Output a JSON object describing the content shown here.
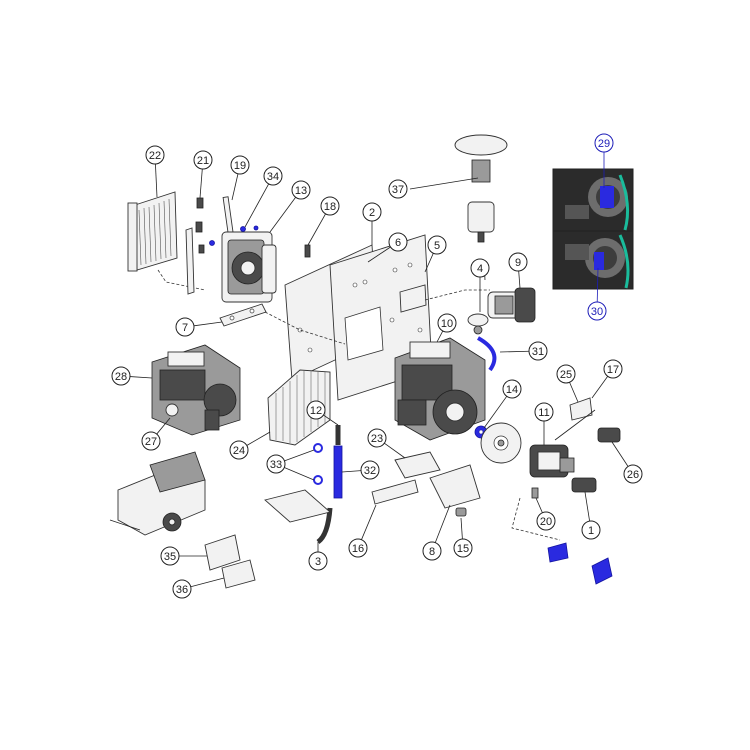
{
  "diagram": {
    "type": "exploded-parts-diagram",
    "accent_color": "#1d1db8",
    "line_color": "#222222",
    "callouts": [
      {
        "label": "1",
        "highlight": false
      },
      {
        "label": "2",
        "highlight": false
      },
      {
        "label": "3",
        "highlight": false
      },
      {
        "label": "4",
        "highlight": false
      },
      {
        "label": "5",
        "highlight": false
      },
      {
        "label": "6",
        "highlight": false
      },
      {
        "label": "7",
        "highlight": false
      },
      {
        "label": "8",
        "highlight": false
      },
      {
        "label": "9",
        "highlight": false
      },
      {
        "label": "10",
        "highlight": false
      },
      {
        "label": "11",
        "highlight": false
      },
      {
        "label": "12",
        "highlight": false
      },
      {
        "label": "13",
        "highlight": false
      },
      {
        "label": "14",
        "highlight": false
      },
      {
        "label": "15",
        "highlight": false
      },
      {
        "label": "16",
        "highlight": false
      },
      {
        "label": "17",
        "highlight": false
      },
      {
        "label": "18",
        "highlight": false
      },
      {
        "label": "19",
        "highlight": false
      },
      {
        "label": "20",
        "highlight": false
      },
      {
        "label": "21",
        "highlight": false
      },
      {
        "label": "22",
        "highlight": false
      },
      {
        "label": "23",
        "highlight": false
      },
      {
        "label": "24",
        "highlight": false
      },
      {
        "label": "25",
        "highlight": false
      },
      {
        "label": "26",
        "highlight": false
      },
      {
        "label": "27",
        "highlight": false
      },
      {
        "label": "28",
        "highlight": false
      },
      {
        "label": "29",
        "highlight": true
      },
      {
        "label": "30",
        "highlight": true
      },
      {
        "label": "31",
        "highlight": false
      },
      {
        "label": "32",
        "highlight": false
      },
      {
        "label": "33",
        "highlight": false
      },
      {
        "label": "34",
        "highlight": false
      },
      {
        "label": "35",
        "highlight": false
      },
      {
        "label": "36",
        "highlight": false
      },
      {
        "label": "37",
        "highlight": false
      }
    ]
  }
}
